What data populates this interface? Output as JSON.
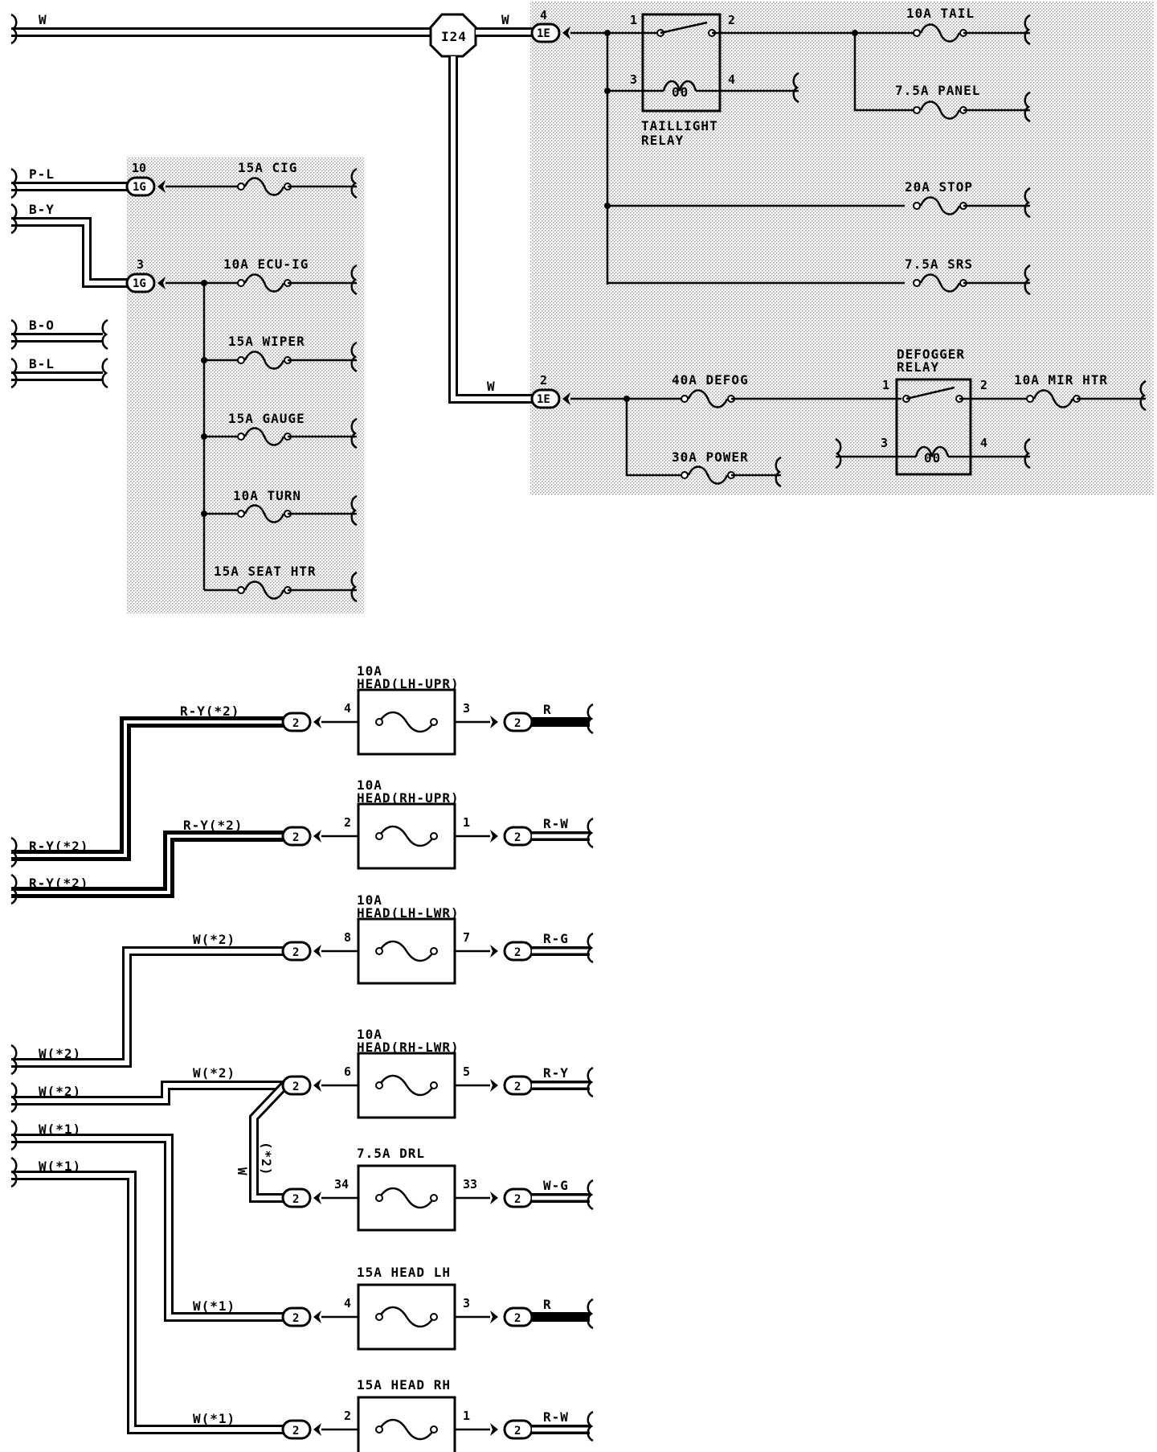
{
  "hub_connector": "I24",
  "wire_colors": {
    "w": "W",
    "pl": "P-L",
    "by": "B-Y",
    "bo": "B-O",
    "bl": "B-L",
    "ry2": "R-Y(*2)",
    "w2": "W(*2)",
    "w1": "W(*1)",
    "r": "R",
    "rw": "R-W",
    "rg": "R-G",
    "ry": "R-Y",
    "wg": "W-G",
    "w_label": "W",
    "star2": "(*2)"
  },
  "connectors": {
    "c1e": "1E",
    "c1g": "1G",
    "c2": "2",
    "pin4": "4",
    "pin2": "2",
    "pin10": "10",
    "pin3": "3"
  },
  "fuses_top": {
    "tail": "10A TAIL",
    "panel": "7.5A PANEL",
    "stop": "20A STOP",
    "srs": "7.5A SRS",
    "defog": "40A DEFOG",
    "power": "30A POWER",
    "mir_htr": "10A MIR HTR"
  },
  "fuses_left": {
    "cig": "15A CIG",
    "ecu_ig": "10A ECU-IG",
    "wiper": "15A WIPER",
    "gauge": "15A GAUGE",
    "turn": "10A TURN",
    "seat_htr": "15A SEAT HTR"
  },
  "relays": {
    "taillight_1": "TAILLIGHT",
    "taillight_2": "RELAY",
    "defogger_1": "DEFOGGER",
    "defogger_2": "RELAY",
    "p1": "1",
    "p2": "2",
    "p3": "3",
    "p4": "4"
  },
  "head_fuses": [
    {
      "amp": "10A",
      "name": "HEAD(LH-UPR)",
      "in_pin": "4",
      "out_pin": "3",
      "in_wire": "R-Y(*2)",
      "out_wire": "R"
    },
    {
      "amp": "10A",
      "name": "HEAD(RH-UPR)",
      "in_pin": "2",
      "out_pin": "1",
      "in_wire": "R-Y(*2)",
      "out_wire": "R-W"
    },
    {
      "amp": "10A",
      "name": "HEAD(LH-LWR)",
      "in_pin": "8",
      "out_pin": "7",
      "in_wire": "W(*2)",
      "out_wire": "R-G"
    },
    {
      "amp": "10A",
      "name": "HEAD(RH-LWR)",
      "in_pin": "6",
      "out_pin": "5",
      "in_wire": "W(*2)",
      "out_wire": "R-Y"
    },
    {
      "amp": "",
      "name": "7.5A DRL",
      "in_pin": "34",
      "out_pin": "33",
      "in_wire": "",
      "out_wire": "W-G"
    },
    {
      "amp": "",
      "name": "15A HEAD LH",
      "in_pin": "4",
      "out_pin": "3",
      "in_wire": "W(*1)",
      "out_wire": "R"
    },
    {
      "amp": "",
      "name": "15A HEAD RH",
      "in_pin": "2",
      "out_pin": "1",
      "in_wire": "W(*1)",
      "out_wire": "R-W"
    }
  ],
  "left_bundle": {
    "ry_a": "R-Y(*2)",
    "ry_b": "R-Y(*2)",
    "w2_a": "W(*2)",
    "w2_b": "W(*2)",
    "w1_a": "W(*1)",
    "w1_b": "W(*1)"
  }
}
